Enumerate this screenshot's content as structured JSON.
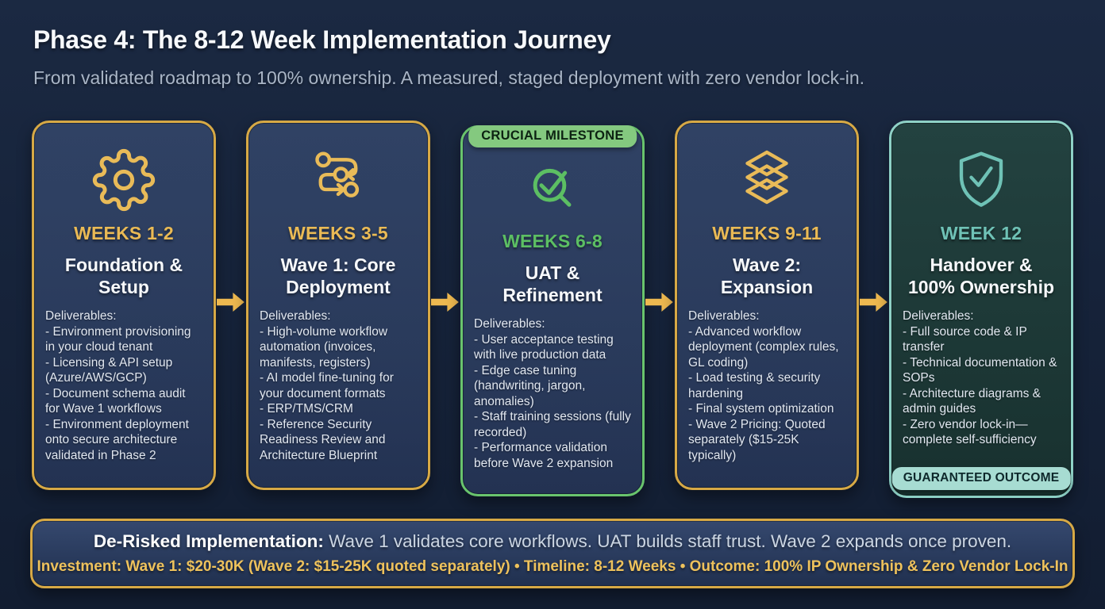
{
  "header": {
    "title": "Phase 4: The 8-12 Week Implementation Journey",
    "subtitle": "From validated roadmap to 100% ownership. A measured, staged deployment with zero vendor lock-in."
  },
  "colors": {
    "background": "#16233a",
    "card_navy": "#2a3b5c",
    "card_teal_bg": "#1e3a38",
    "gold_accent": "#e5b14e",
    "green_accent": "#66c26b",
    "teal_accent": "#83cbc0",
    "milestone_badge_bg": "#84c97f",
    "outcome_badge_bg": "#a7dcd2",
    "body_text": "#e2e8f1"
  },
  "cards": [
    {
      "theme": "gold",
      "icon": "gear-icon",
      "weeks": "WEEKS 1-2",
      "title": "Foundation &\nSetup",
      "deliverables_label": "Deliverables:",
      "items": [
        "- Environment provisioning in your cloud tenant",
        "- Licensing & API setup (Azure/AWS/GCP)",
        "- Document schema audit for Wave 1 workflows",
        "- Environment deployment onto secure architecture validated in Phase 2"
      ]
    },
    {
      "theme": "gold",
      "icon": "workflow-icon",
      "weeks": "WEEKS 3-5",
      "title": "Wave 1: Core\nDeployment",
      "deliverables_label": "Deliverables:",
      "items": [
        "- High-volume workflow automation (invoices, manifests, registers)",
        "- AI model fine-tuning for your document formats",
        "- ERP/TMS/CRM",
        "- Reference Security Readiness Review and Architecture Blueprint"
      ]
    },
    {
      "theme": "green",
      "icon": "check-magnifier-icon",
      "badge": "CRUCIAL MILESTONE",
      "weeks": "WEEKS 6-8",
      "title": "UAT &\nRefinement",
      "deliverables_label": "Deliverables:",
      "items": [
        "- User acceptance testing with live production data",
        "- Edge case tuning (handwriting, jargon, anomalies)",
        "- Staff training sessions (fully recorded)",
        "- Performance validation before Wave 2 expansion"
      ]
    },
    {
      "theme": "gold",
      "icon": "layers-icon",
      "weeks": "WEEKS 9-11",
      "title": "Wave 2:\nExpansion",
      "deliverables_label": "Deliverables:",
      "items": [
        "- Advanced workflow deployment (complex rules, GL coding)",
        "- Load testing & security hardening",
        "- Final system optimization",
        "- Wave 2 Pricing: Quoted separately ($15-25K typically)"
      ]
    },
    {
      "theme": "teal",
      "icon": "shield-check-icon",
      "weeks": "WEEK 12",
      "title": "Handover &\n100% Ownership",
      "deliverables_label": "Deliverables:",
      "badge_bottom": "GUARANTEED OUTCOME",
      "items": [
        "- Full source code & IP transfer",
        "- Technical documentation & SOPs",
        "- Architecture diagrams & admin guides",
        "- Zero vendor lock-in—complete self-sufficiency"
      ]
    }
  ],
  "banner": {
    "highlight": "De-Risked Implementation:",
    "line1_rest": " Wave 1 validates core workflows. UAT builds staff trust. Wave 2 expands once proven.",
    "line2": "Investment: Wave 1: $20-30K (Wave 2: $15-25K quoted separately) • Timeline: 8-12 Weeks • Outcome: 100% IP Ownership & Zero Vendor Lock-In"
  }
}
